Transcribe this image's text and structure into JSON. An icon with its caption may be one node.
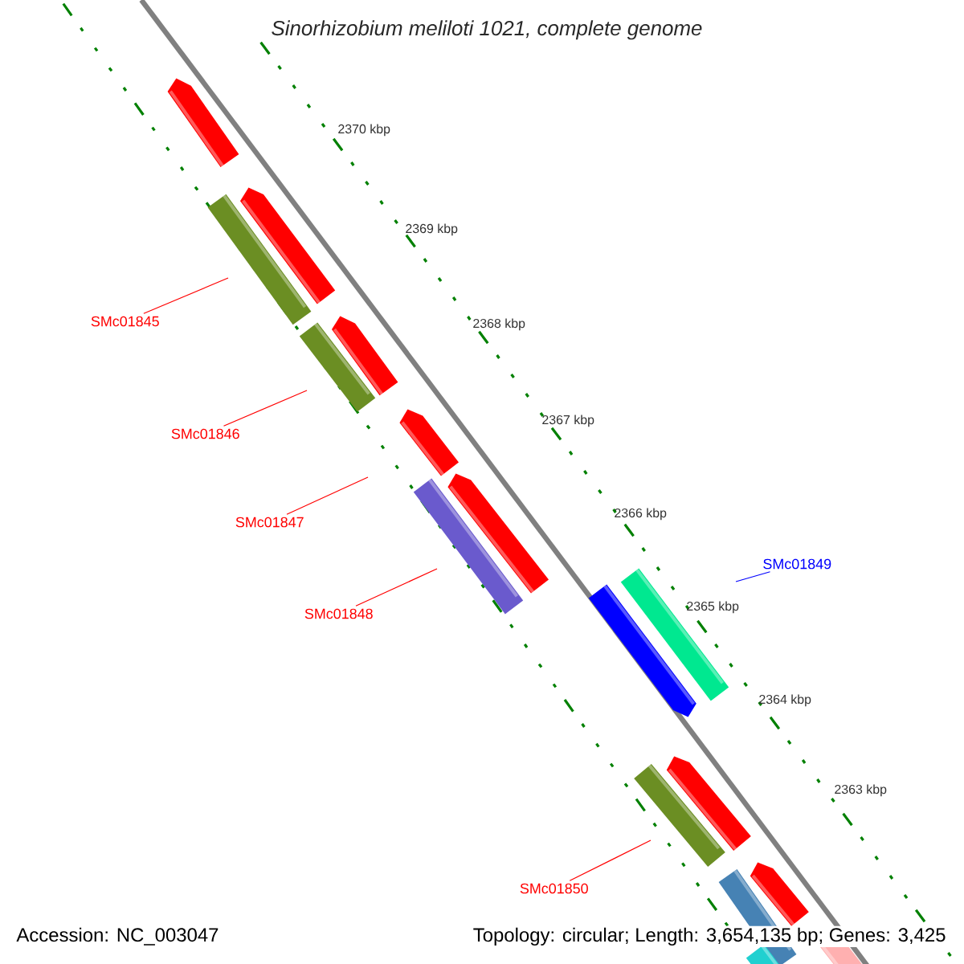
{
  "diagram": {
    "title": "Sinorhizobium meliloti 1021, complete genome",
    "nodes": [
      {
        "text": [
          "SMc01845"
        ]
      },
      {
        "text": [
          "SMc01846"
        ]
      },
      {
        "text": [
          "SMc01847"
        ]
      },
      {
        "text": [
          "SMc01848"
        ]
      },
      {
        "text": [
          "SMc01849"
        ]
      },
      {
        "text": [
          "SMc01850"
        ]
      }
    ],
    "edges": [
      {
        "from": 0,
        "to": null,
        "arrow": "none"
      },
      {
        "from": 1,
        "to": null,
        "arrow": "none"
      },
      {
        "from": 2,
        "to": null,
        "arrow": "none"
      },
      {
        "from": 3,
        "to": null,
        "arrow": "none"
      },
      {
        "from": 4,
        "to": null,
        "arrow": "none",
        "color": "#0000ff"
      },
      {
        "from": 5,
        "to": null,
        "arrow": "none"
      }
    ],
    "labels": [
      "2370 kbp",
      "2369 kbp",
      "2368 kbp",
      "2367 kbp",
      "2366 kbp",
      "2365 kbp",
      "2364 kbp",
      "2363 kbp",
      "Accession: NC_003047",
      "Topology: circular; Length: 3,654,135 bp; Genes: 3,425"
    ]
  }
}
